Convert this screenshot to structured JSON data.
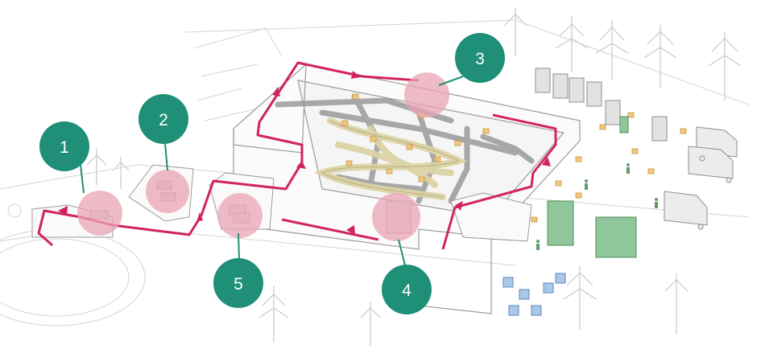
{
  "colors": {
    "marker": "#1f8f77",
    "route": "#d1245e",
    "highlight": "#e8a4b4",
    "conveyor": "#dcd3a6",
    "structure": "#9a9a9a",
    "vehicle_green": "#8fc79a",
    "vehicle_blue": "#a9c8ec",
    "background": "#ffffff"
  },
  "markers": [
    {
      "label": "1"
    },
    {
      "label": "2"
    },
    {
      "label": "3"
    },
    {
      "label": "4"
    },
    {
      "label": "5"
    }
  ]
}
